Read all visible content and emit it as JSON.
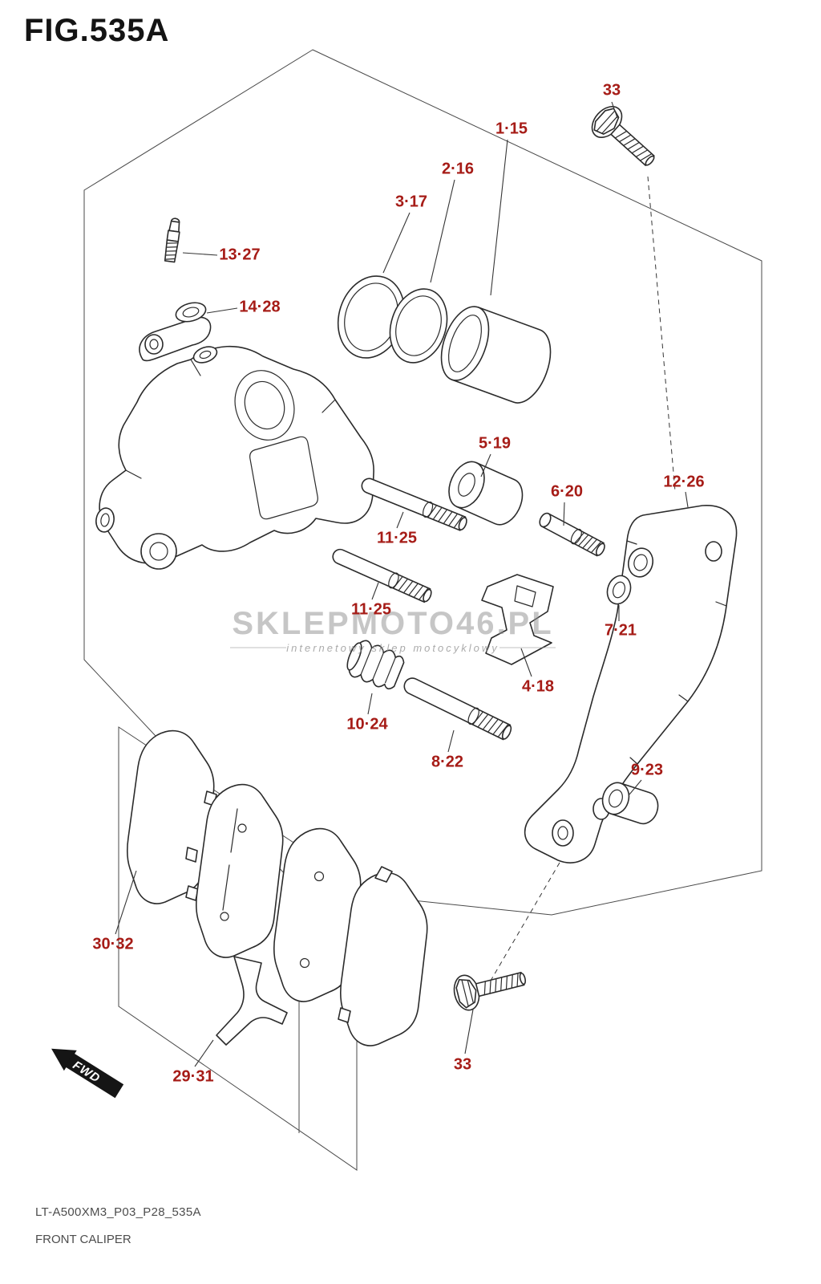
{
  "page": {
    "title": "FIG.535A",
    "footer_code": "LT-A500XM3_P03_P28_535A",
    "footer_caption": "FRONT CALIPER"
  },
  "fwd": {
    "label": "FWD"
  },
  "watermark": {
    "title": "SKLEPMOTO46.PL",
    "subtitle": "internetowy sklep motocyklowy"
  },
  "colors": {
    "callout_text": "#a61c17",
    "line": "#2b2b2b",
    "wireframe": "#4a4a4a",
    "watermark": "#8f8f8f"
  },
  "callouts": [
    {
      "label": "33"
    },
    {
      "label": "1·15"
    },
    {
      "label": "2·16"
    },
    {
      "label": "3·17"
    },
    {
      "label": "13·27"
    },
    {
      "label": "14·28"
    },
    {
      "label": "5·19"
    },
    {
      "label": "6·20"
    },
    {
      "label": "12·26"
    },
    {
      "label": "11·25"
    },
    {
      "label": "11·25"
    },
    {
      "label": "7·21"
    },
    {
      "label": "4·18"
    },
    {
      "label": "10·24"
    },
    {
      "label": "8·22"
    },
    {
      "label": "9·23"
    },
    {
      "label": "30·32"
    },
    {
      "label": "29·31"
    },
    {
      "label": "33"
    }
  ]
}
